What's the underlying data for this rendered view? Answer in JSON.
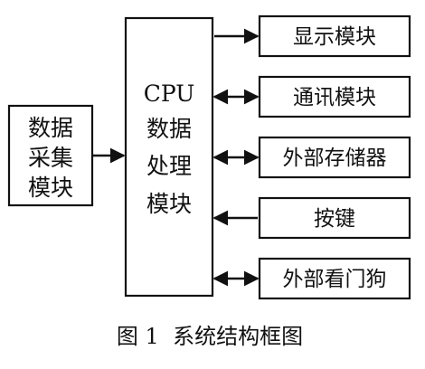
{
  "diagram": {
    "input_module": {
      "lines": [
        "数据",
        "采集",
        "模块"
      ]
    },
    "cpu_module": {
      "lines": [
        "CPU",
        "数据",
        "处理",
        "模块"
      ]
    },
    "right_modules": [
      {
        "label": "显示模块",
        "direction": "out"
      },
      {
        "label": "通讯模块",
        "direction": "bidirectional"
      },
      {
        "label": "外部存储器",
        "direction": "bidirectional"
      },
      {
        "label": "按键",
        "direction": "in"
      },
      {
        "label": "外部看门狗",
        "direction": "bidirectional"
      }
    ],
    "caption": "图 1  系统结构框图"
  }
}
